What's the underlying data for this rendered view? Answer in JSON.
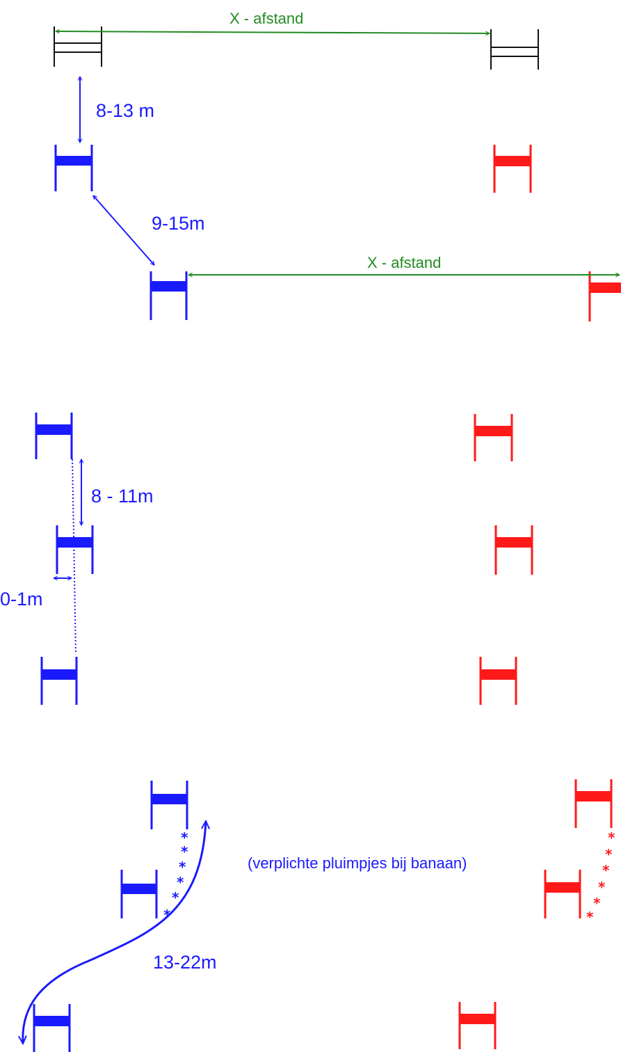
{
  "labels": {
    "x_afstand_top": "X - afstand",
    "x_afstand_mid": "X - afstand",
    "dist_8_13": "8-13 m",
    "dist_9_15": "9-15m",
    "dist_8_11": "8 - 11m",
    "dist_0_1": "0-1m",
    "dist_13_22": "13-22m",
    "note_pluimpjes": "(verplichte pluimpjes bij banaan)"
  },
  "symbols": {
    "star": "*"
  },
  "colors": {
    "blue": "#1a1aff",
    "red": "#ff1a1a",
    "green": "#228b22",
    "black": "#111111"
  }
}
